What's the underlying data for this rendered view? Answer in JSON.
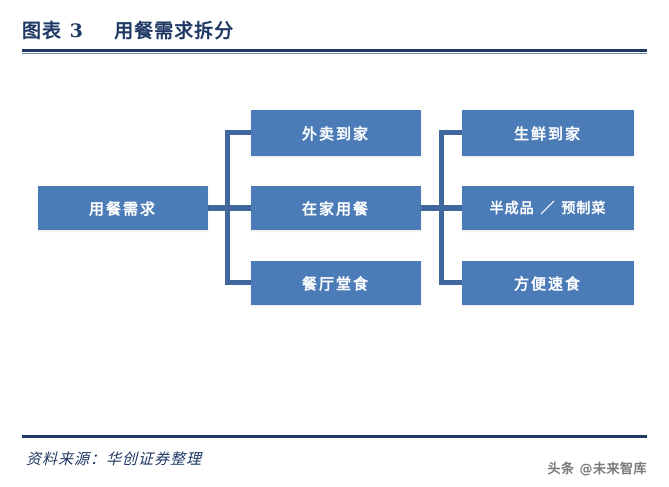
{
  "header": {
    "figure_label": "图表 3",
    "title": "用餐需求拆分",
    "full_title": "图表 3    用餐需求拆分",
    "rule_color": "#1F3864"
  },
  "theme": {
    "node_fill": "#4C7CB8",
    "node_text": "#FFFFFF",
    "connector": "#41689E",
    "title_color": "#1F3864",
    "background": "#FFFFFF"
  },
  "diagram": {
    "type": "tree",
    "root": {
      "label": "用餐需求"
    },
    "level2": [
      {
        "label": "外卖到家"
      },
      {
        "label": "在家用餐"
      },
      {
        "label": "餐厅堂食"
      }
    ],
    "level3": [
      {
        "label": "生鲜到家"
      },
      {
        "label": "半成品 ／ 预制菜"
      },
      {
        "label": "方便速食"
      }
    ]
  },
  "footer": {
    "source": "资料来源：华创证券整理",
    "watermark": "头条 @未来智库"
  }
}
